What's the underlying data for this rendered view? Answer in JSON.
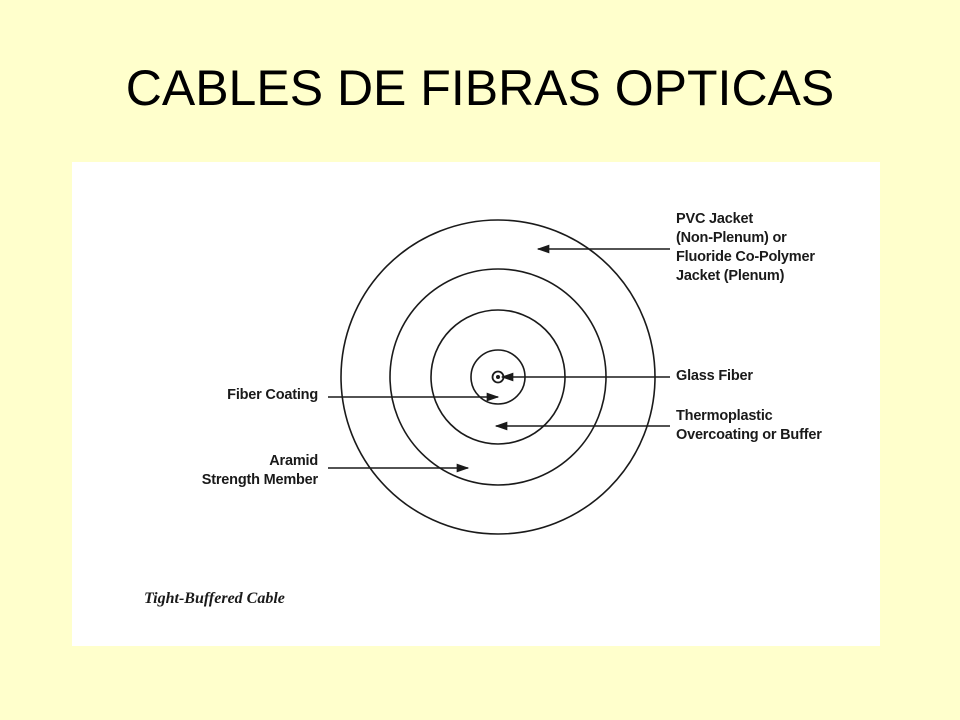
{
  "title": "CABLES DE FIBRAS OPTICAS",
  "diagram": {
    "caption": "Tight-Buffered Cable",
    "labels": {
      "pvc_jacket": [
        "PVC Jacket",
        "(Non-Plenum) or",
        "Fluoride Co-Polymer",
        "Jacket (Plenum)"
      ],
      "glass_fiber": [
        "Glass Fiber"
      ],
      "thermoplastic": [
        "Thermoplastic",
        "Overcoating or Buffer"
      ],
      "fiber_coating": [
        "Fiber Coating"
      ],
      "aramid": [
        "Aramid",
        "Strength Member"
      ]
    }
  }
}
